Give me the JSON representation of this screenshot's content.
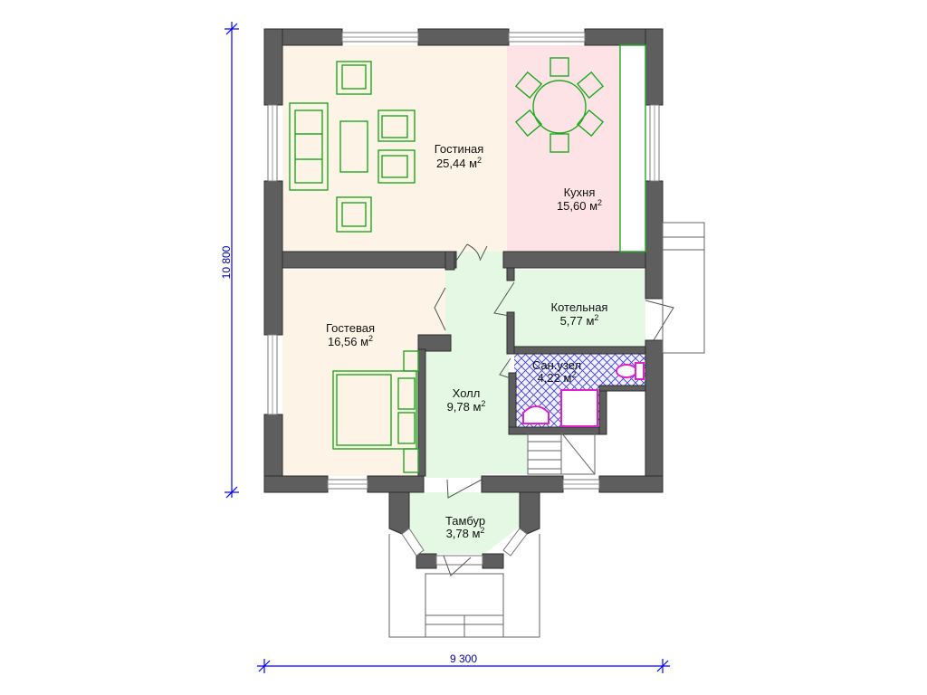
{
  "plan": {
    "dimensions": {
      "width": "9 300",
      "height": "10 800"
    },
    "rooms": {
      "living": {
        "name": "Гостиная",
        "area": "25,44 м",
        "sup": "2"
      },
      "kitchen": {
        "name": "Кухня",
        "area": "15,60 м",
        "sup": "2"
      },
      "guest": {
        "name": "Гостевая",
        "area": "16,56 м",
        "sup": "2"
      },
      "boiler": {
        "name": "Котельная",
        "area": "5,77 м",
        "sup": "2"
      },
      "bathroom": {
        "name": "Сан.узел",
        "area": "4,22 м",
        "sup": "2"
      },
      "hall": {
        "name": "Холл",
        "area": "9,78 м",
        "sup": "2"
      },
      "vestibule": {
        "name": "Тамбур",
        "area": "3,78 м",
        "sup": "2"
      }
    },
    "colors": {
      "living": "#fdf3e7",
      "kitchen": "#fde3e5",
      "guest": "#fdf3e7",
      "hall": "#e5f8e4",
      "boiler": "#e5f8e4",
      "vestibule": "#e5f8e4",
      "bathroom_tile": "#3b3bd0",
      "walls": "#5e5e5e",
      "dimension_lines": "#0000ff",
      "furniture": "#1faa22",
      "sanitary": "#dd22cc"
    }
  }
}
